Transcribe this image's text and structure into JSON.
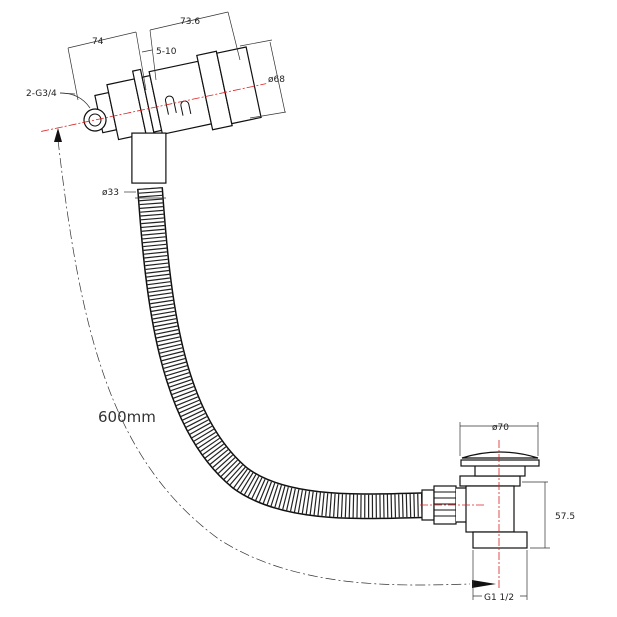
{
  "drawing": {
    "labels": {
      "top_length": "73.6",
      "body_length": "74",
      "wall_range": "5-10",
      "inlet_thread": "2-G3/4",
      "body_diameter": "ø68",
      "hose_diameter": "ø33",
      "hose_length": "600mm",
      "waste_diameter": "ø70",
      "waste_height": "57.5",
      "waste_thread": "G1 1/2"
    },
    "colors": {
      "line": "#111111",
      "centerline": "#dd2222"
    }
  }
}
